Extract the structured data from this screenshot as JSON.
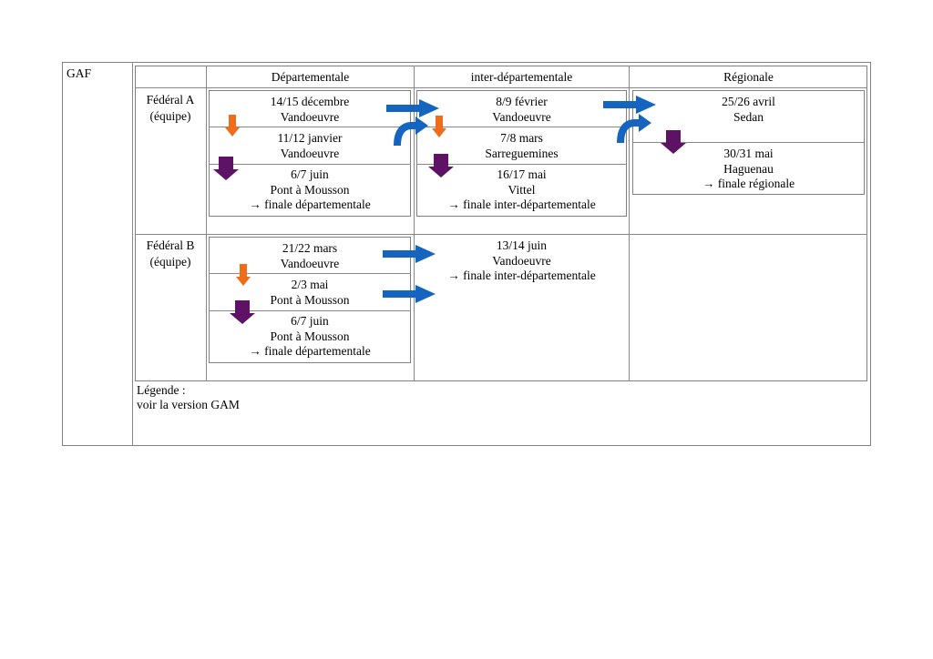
{
  "gaf_label": "GAF",
  "columns": [
    "Départementale",
    "inter-départementale",
    "Régionale"
  ],
  "rows": [
    {
      "label_line1": "Fédéral A",
      "label_line2": "(équipe)",
      "departementale": [
        {
          "date": "14/15 décembre",
          "place": "Vandoeuvre"
        },
        {
          "date": "11/12 janvier",
          "place": "Vandoeuvre"
        },
        {
          "date": "6/7 juin",
          "place": "Pont à Mousson",
          "note": "→ finale départementale"
        }
      ],
      "inter": [
        {
          "date": "8/9 février",
          "place": "Vandoeuvre"
        },
        {
          "date": "7/8 mars",
          "place": "Sarreguemines"
        },
        {
          "date": "16/17 mai",
          "place": "Vittel",
          "note": "→ finale inter-départementale"
        }
      ],
      "regionale": [
        {
          "date": "25/26 avril",
          "place": "Sedan"
        },
        {
          "date": "30/31 mai",
          "place": "Haguenau",
          "note": "→ finale régionale"
        }
      ]
    },
    {
      "label_line1": "Fédéral B",
      "label_line2": "(équipe)",
      "departementale": [
        {
          "date": "21/22 mars",
          "place": "Vandoeuvre"
        },
        {
          "date": "2/3 mai",
          "place": "Pont à Mousson"
        },
        {
          "date": "6/7 juin",
          "place": "Pont à Mousson",
          "note": "→ finale départementale"
        }
      ],
      "inter": [
        {
          "date": "13/14 juin",
          "place": "Vandoeuvre",
          "note": "→ finale inter-départementale"
        }
      ]
    }
  ],
  "legend": {
    "title": "Légende :",
    "text": "voir la version GAM"
  },
  "colors": {
    "blue_arrow": "#1565c0",
    "orange_arrow": "#ef6c1a",
    "purple_arrow": "#5e1266",
    "border": "#808080"
  }
}
